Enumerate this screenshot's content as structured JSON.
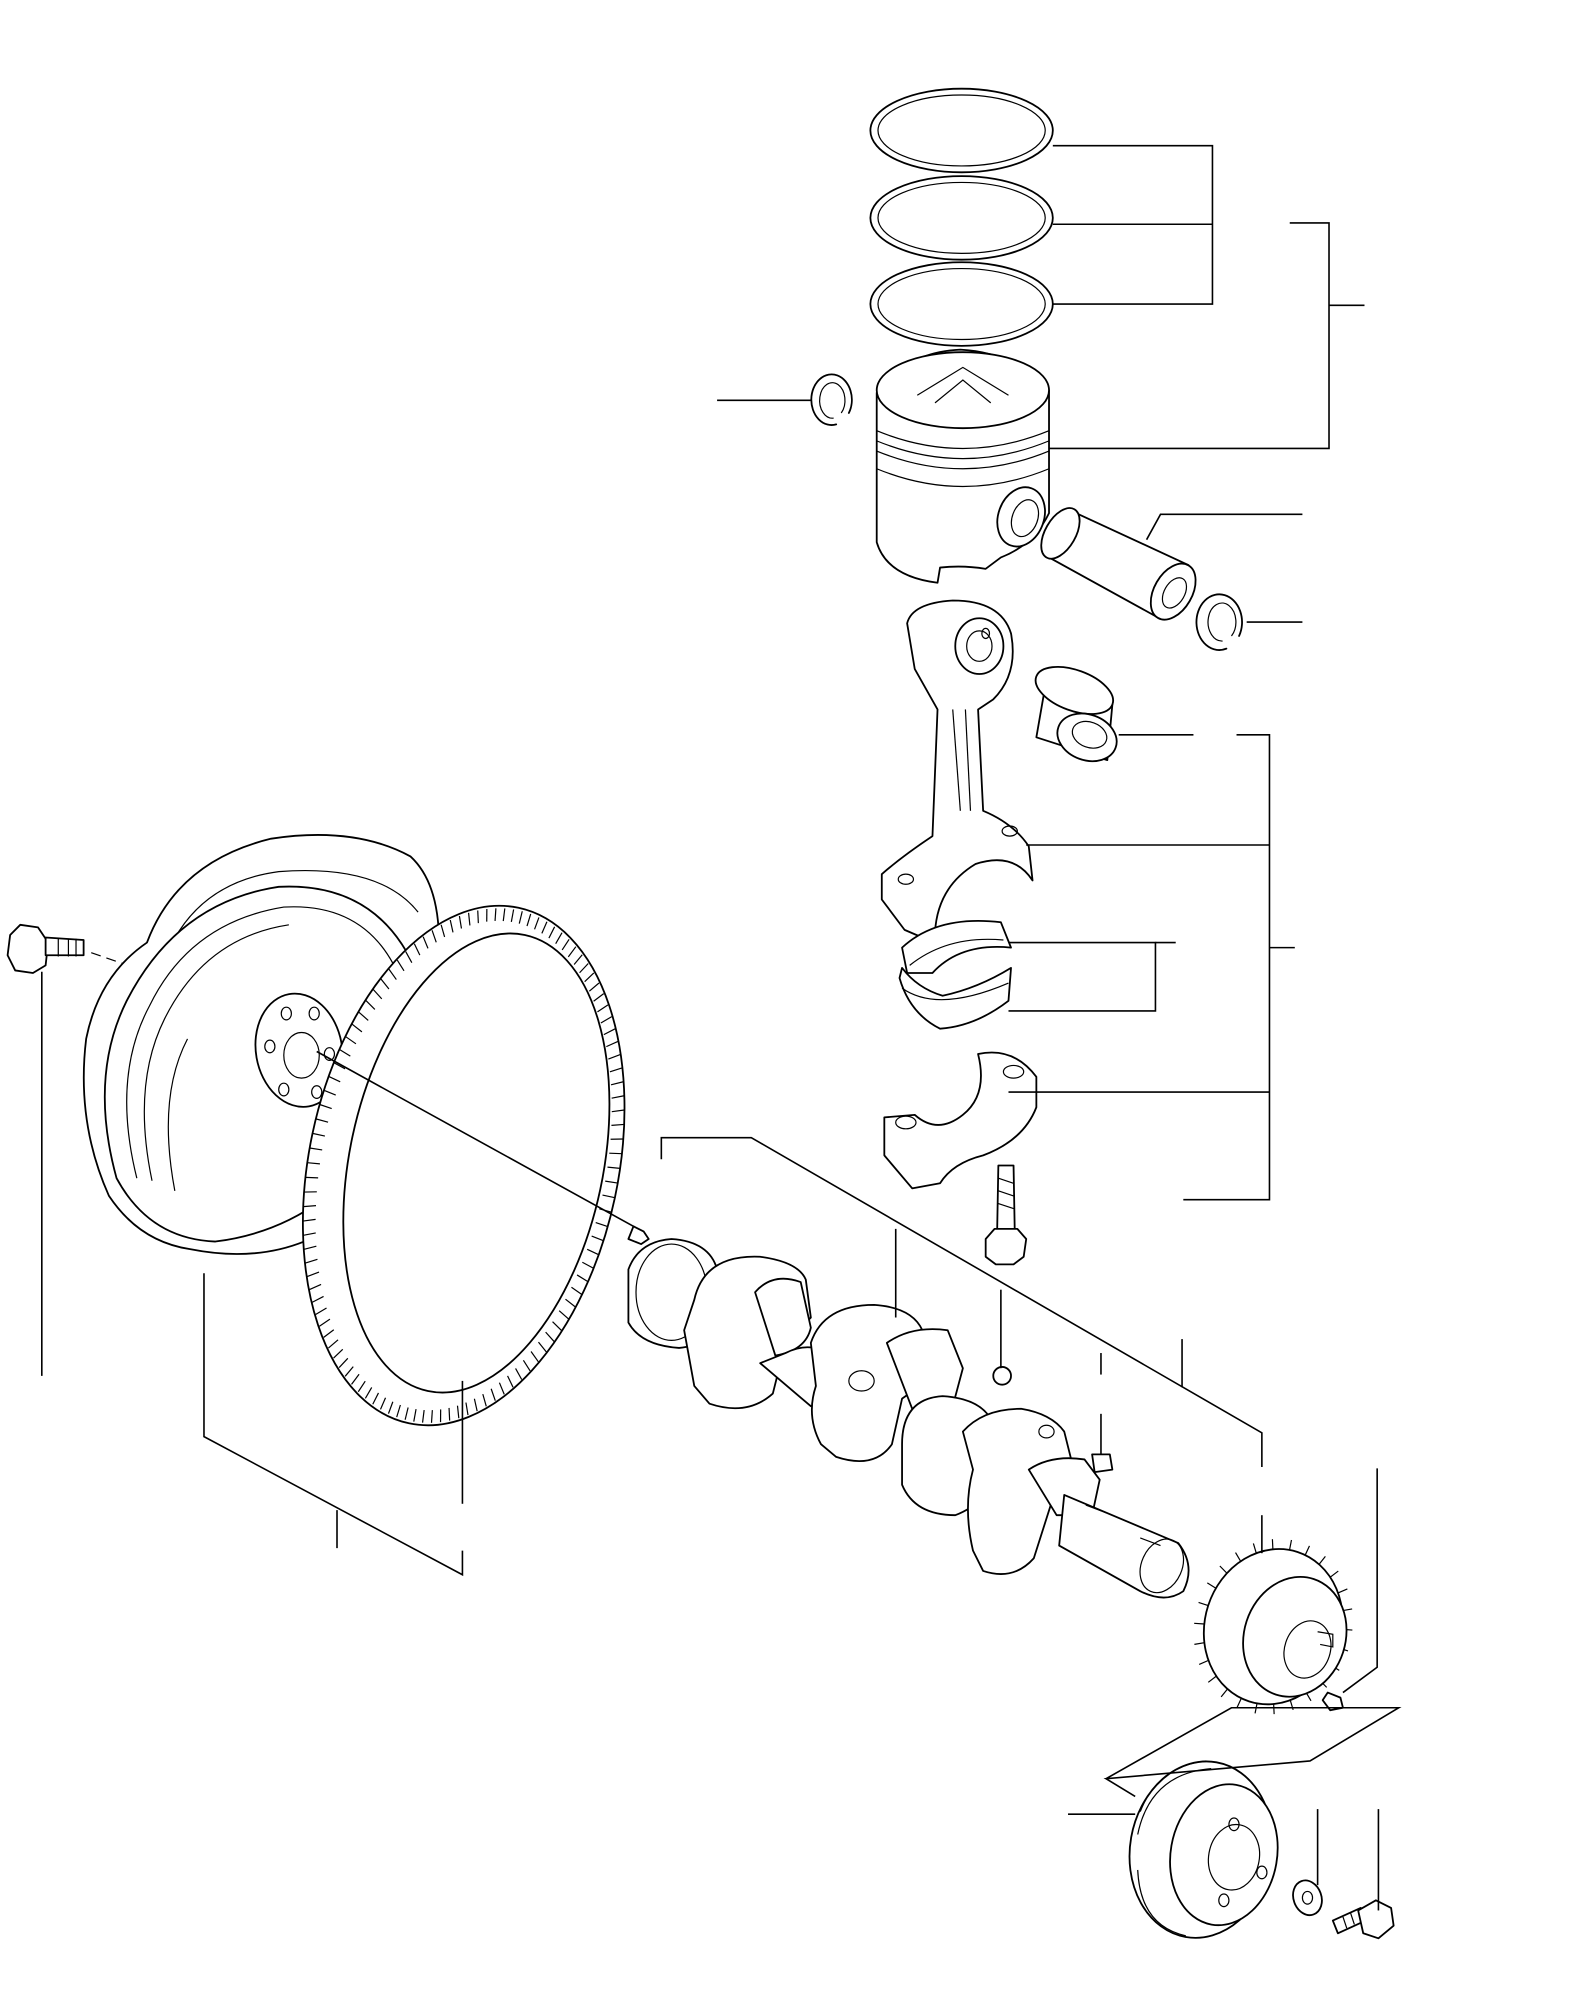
{
  "diagram": {
    "description_note": "",
    "colors": {
      "line": "#000000",
      "background": "#ffffff"
    },
    "parts": [
      {
        "id": "piston-ring-top",
        "icon": "piston-ring"
      },
      {
        "id": "piston-ring-second",
        "icon": "piston-ring"
      },
      {
        "id": "piston-ring-oil",
        "icon": "piston-ring"
      },
      {
        "id": "piston",
        "icon": "piston"
      },
      {
        "id": "snap-ring-left",
        "icon": "snap-ring"
      },
      {
        "id": "piston-pin",
        "icon": "piston-pin"
      },
      {
        "id": "snap-ring-right",
        "icon": "snap-ring"
      },
      {
        "id": "connecting-rod",
        "icon": "connecting-rod"
      },
      {
        "id": "small-end-bushing",
        "icon": "bushing"
      },
      {
        "id": "rod-bearing-upper",
        "icon": "bearing-shell"
      },
      {
        "id": "rod-bearing-lower",
        "icon": "bearing-shell"
      },
      {
        "id": "rod-cap",
        "icon": "rod-cap"
      },
      {
        "id": "rod-bolt",
        "icon": "bolt"
      },
      {
        "id": "flywheel",
        "icon": "flywheel"
      },
      {
        "id": "flywheel-bolt",
        "icon": "bolt"
      },
      {
        "id": "ring-gear",
        "icon": "ring-gear"
      },
      {
        "id": "dowel-pin",
        "icon": "pin"
      },
      {
        "id": "crankshaft",
        "icon": "crankshaft"
      },
      {
        "id": "plug-ball",
        "icon": "ball"
      },
      {
        "id": "key",
        "icon": "key"
      },
      {
        "id": "crankshaft-gear",
        "icon": "gear"
      },
      {
        "id": "gear-pin",
        "icon": "pin"
      },
      {
        "id": "crankshaft-pulley",
        "icon": "pulley"
      },
      {
        "id": "washer",
        "icon": "washer"
      },
      {
        "id": "pulley-bolt",
        "icon": "bolt"
      }
    ]
  }
}
